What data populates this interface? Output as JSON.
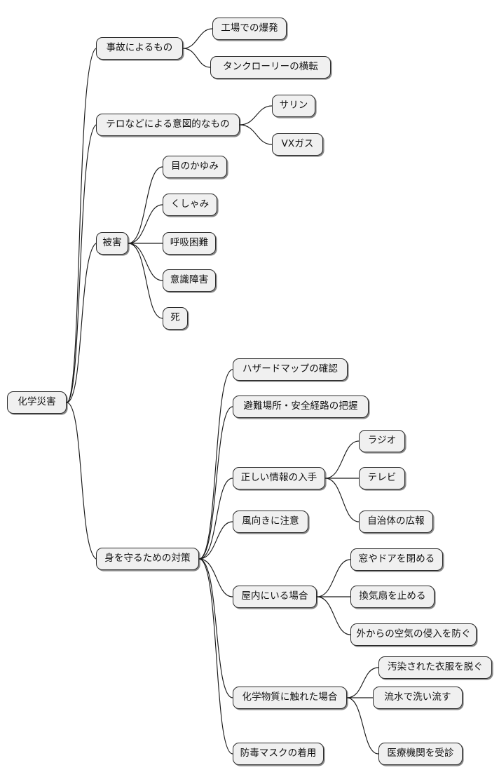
{
  "diagram": {
    "title": "化学災害",
    "type": "mindmap",
    "orientation": "left-to-right",
    "style": {
      "node_fill": "#f0f0f0",
      "node_border": "#2b2b2b",
      "edge_color": "#1a1a1a",
      "text_color": "#111111",
      "background": "#ffffff",
      "shadow": "#282828"
    }
  },
  "nodes": {
    "root": {
      "label": "化学災害"
    },
    "accident": {
      "label": "事故によるもの"
    },
    "accident_c1": {
      "label": "工場での爆発"
    },
    "accident_c2": {
      "label": "タンクローリーの横転"
    },
    "intentional": {
      "label": "テロなどによる意図的なもの"
    },
    "intentional_c1": {
      "label": "サリン"
    },
    "intentional_c2": {
      "label": "VXガス"
    },
    "damage": {
      "label": "被害"
    },
    "damage_c1": {
      "label": "目のかゆみ"
    },
    "damage_c2": {
      "label": "くしゃみ"
    },
    "damage_c3": {
      "label": "呼吸困難"
    },
    "damage_c4": {
      "label": "意識障害"
    },
    "damage_c5": {
      "label": "死"
    },
    "protection": {
      "label": "身を守るための対策"
    },
    "protection_c1": {
      "label": "ハザードマップの確認"
    },
    "protection_c2": {
      "label": "避難場所・安全経路の把握"
    },
    "protection_c3": {
      "label": "正しい情報の入手"
    },
    "info_c1": {
      "label": "ラジオ"
    },
    "info_c2": {
      "label": "テレビ"
    },
    "info_c3": {
      "label": "自治体の広報"
    },
    "protection_c4": {
      "label": "風向きに注意"
    },
    "protection_c5": {
      "label": "屋内にいる場合"
    },
    "indoor_c1": {
      "label": "窓やドアを閉める"
    },
    "indoor_c2": {
      "label": "換気扇を止める"
    },
    "indoor_c3": {
      "label": "外からの空気の侵入を防ぐ"
    },
    "protection_c6": {
      "label": "化学物質に触れた場合"
    },
    "contact_c1": {
      "label": "汚染された衣服を脱ぐ"
    },
    "contact_c2": {
      "label": "流水で洗い流す"
    },
    "contact_c3": {
      "label": "医療機関を受診"
    },
    "protection_c7": {
      "label": "防毒マスクの着用"
    }
  }
}
